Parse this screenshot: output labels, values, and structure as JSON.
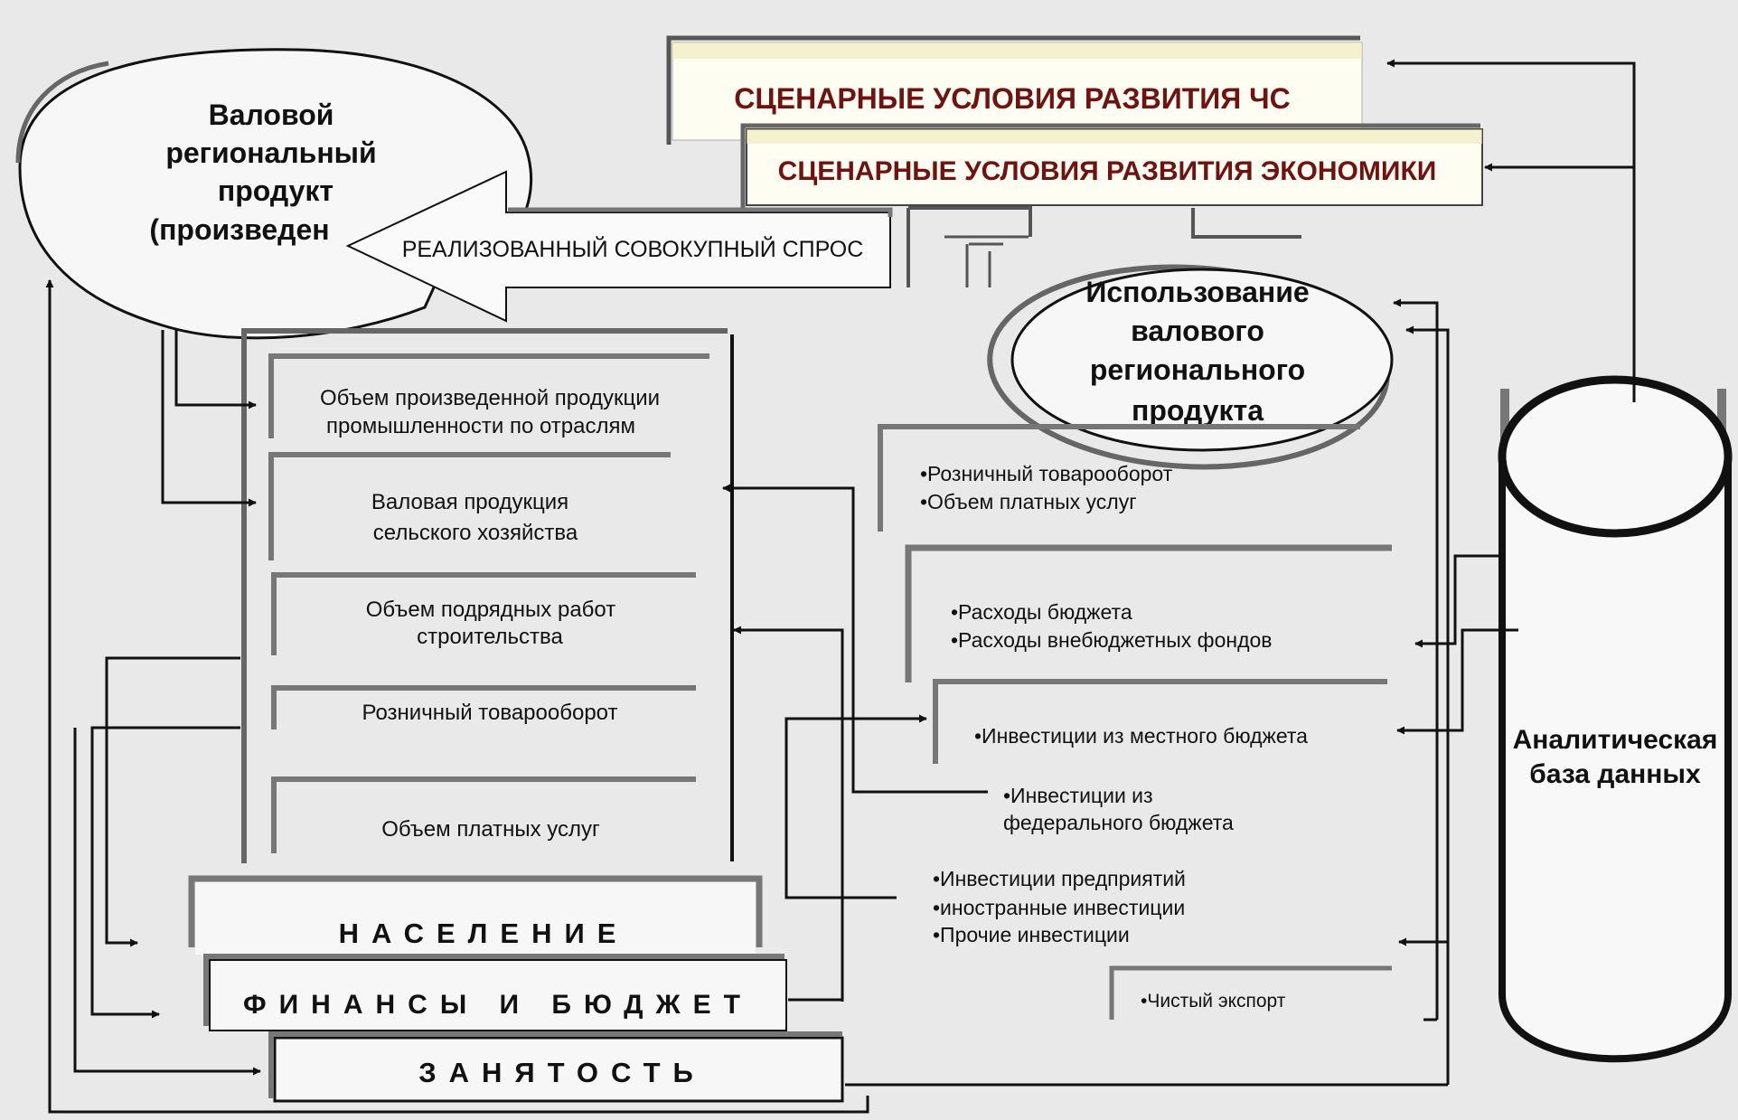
{
  "colors": {
    "background": "#e9e9e9",
    "scenario_text": "#6e1212",
    "scenario_fill": "#fdfdf2",
    "line": "#111111"
  },
  "icons": {
    "database": "cylinder-icon",
    "connector_arrow": "arrow-icon"
  },
  "scenario_emergency": "СЦЕНАРНЫЕ УСЛОВИЯ РАЗВИТИЯ ЧС",
  "scenario_economy": "СЦЕНАРНЫЕ УСЛОВИЯ РАЗВИТИЯ ЭКОНОМИКИ",
  "grp_produced": {
    "line1": "Валовой",
    "line2": "региональный",
    "line3": "продукт",
    "line4": "(произведен"
  },
  "demand_arrow": "РЕАЛИЗОВАННЫЙ СОВОКУПНЫЙ СПРОС",
  "grp_usage": {
    "line1": "Использование",
    "line2": "валового",
    "line3": "регионального",
    "line4": "продукта"
  },
  "database": {
    "line1": "Аналитическая",
    "line2": "база данных"
  },
  "production": {
    "industry_line1": "Объем произведенной продукции",
    "industry_line2": "промышленности по отраслям",
    "agriculture_line1": "Валовая продукция",
    "agriculture_line2": "сельского хозяйства",
    "construction_line1": "Объем подрядных работ",
    "construction_line2": "строительства",
    "retail": "Розничный товарооборот",
    "paid_services": "Объем платных услуг"
  },
  "usage": {
    "consumption_line1": "•Розничный товарооборот",
    "consumption_line2": "•Объем платных услуг",
    "budget_line1": "•Расходы бюджета",
    "budget_line2": "•Расходы внебюджетных фондов",
    "local_investment": "•Инвестиции из местного бюджета",
    "federal_line1": "•Инвестиции из",
    "federal_line2": "федерального бюджета",
    "other_line1": "•Инвестиции предприятий",
    "other_line2": "•иностранные инвестиции",
    "other_line3": "•Прочие инвестиции",
    "net_export": "•Чистый экспорт"
  },
  "bottom": {
    "population": "НАСЕЛЕНИЕ",
    "finance": "ФИНАНСЫ И БЮДЖЕТ",
    "employment": "ЗАНЯТОСТЬ"
  }
}
